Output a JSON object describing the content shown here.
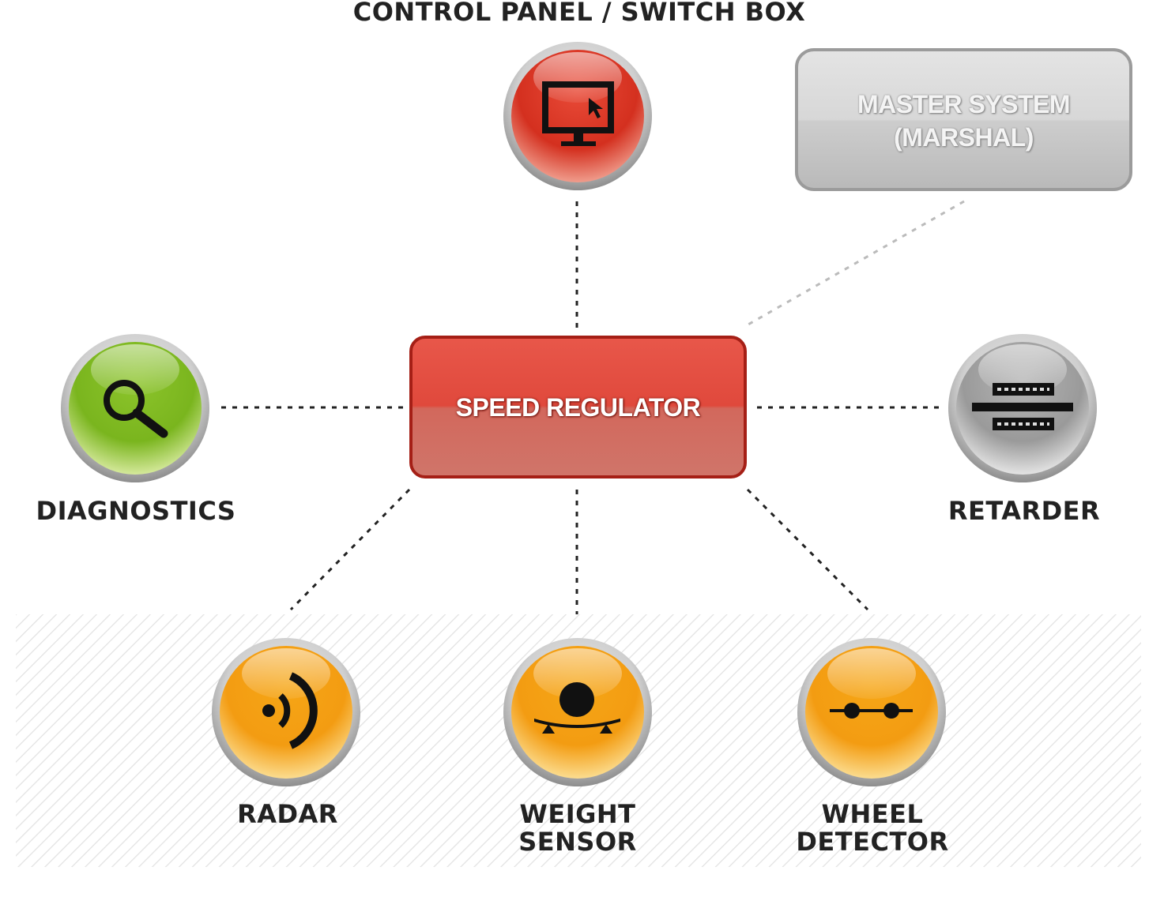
{
  "diagram": {
    "center": {
      "label": "SPEED REGULATOR"
    },
    "master": {
      "line1": "MASTER SYSTEM",
      "line2": "(MARSHAL)"
    },
    "nodes": {
      "control_panel": {
        "label": "CONTROL PANEL / SWITCH BOX",
        "icon": "monitor-icon",
        "color": "#d93a2b"
      },
      "diagnostics": {
        "label": "DIAGNOSTICS",
        "icon": "magnifier-icon",
        "color": "#7fb524"
      },
      "retarder": {
        "label": "RETARDER",
        "icon": "retarder-icon",
        "color": "#a6a6a6"
      },
      "radar": {
        "label": "RADAR",
        "icon": "radar-icon",
        "color": "#f5a417"
      },
      "weight_sensor": {
        "line1": "WEIGHT",
        "line2": "SENSOR",
        "icon": "weight-icon",
        "color": "#f5a417"
      },
      "wheel_detector": {
        "line1": "WHEEL",
        "line2": "DETECTOR",
        "icon": "wheel-detector-icon",
        "color": "#f5a417"
      }
    }
  }
}
